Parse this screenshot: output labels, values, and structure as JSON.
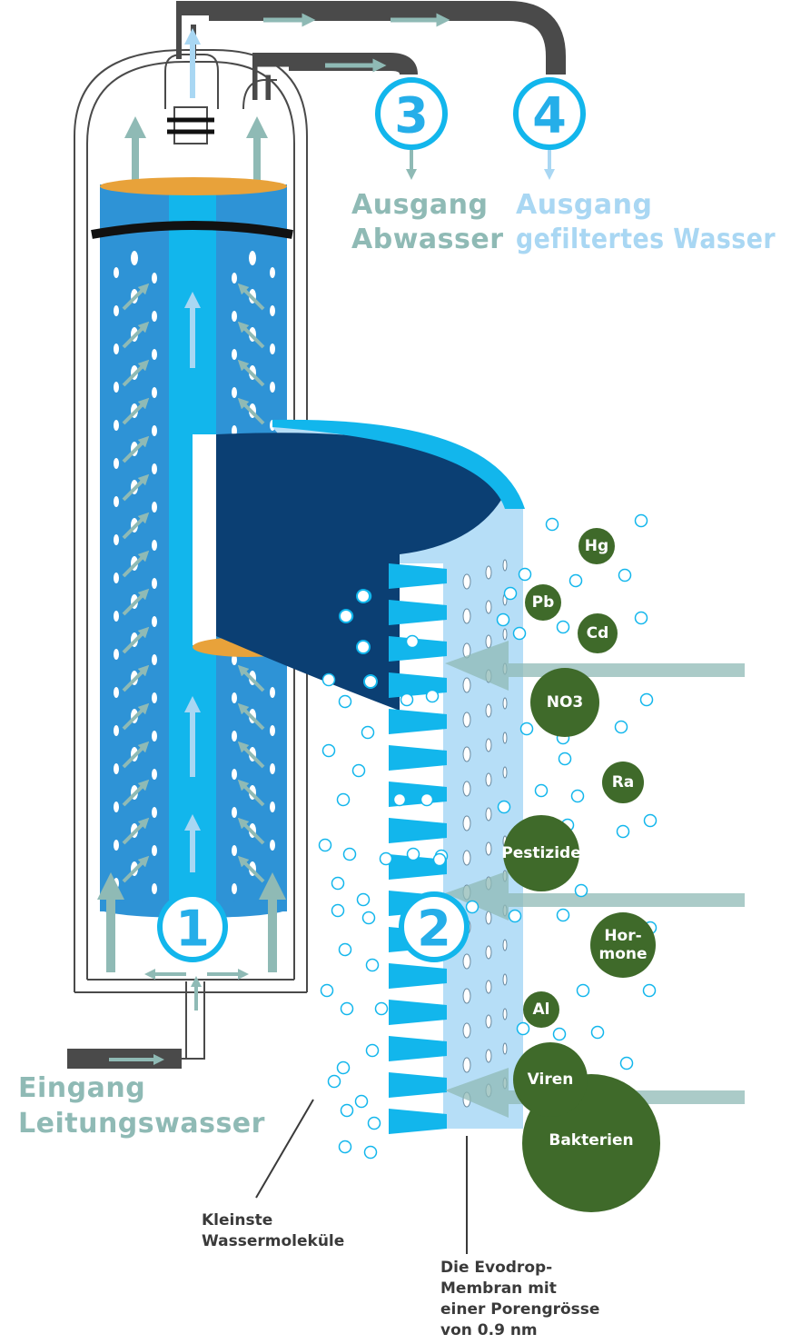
{
  "labels": {
    "output3_line1": "Ausgang",
    "output3_line2": "Abwasser",
    "output4_line1": "Ausgang",
    "output4_line2": "gefiltertes Wasser",
    "input_line1": "Eingang",
    "input_line2": "Leitungswasser",
    "molecules_line1": "Kleinste",
    "molecules_line2": "Wassermoleküle",
    "membrane_line1": "Die Evodrop-",
    "membrane_line2": "Membran mit",
    "membrane_line3": "einer Porengrösse",
    "membrane_line4": "von 0.9 nm"
  },
  "numbers": {
    "n1": "1",
    "n2": "2",
    "n3": "3",
    "n4": "4"
  },
  "contaminants": {
    "hg": "Hg",
    "pb": "Pb",
    "cd": "Cd",
    "no3": "NO3",
    "ra": "Ra",
    "pestizide": "Pestizide",
    "hormone_1": "Hor-",
    "hormone_2": "mone",
    "al": "Al",
    "viren": "Viren",
    "bakterien": "Bakterien"
  },
  "colors": {
    "filter_blue": "#2e93d6",
    "core_blue": "#12b6ec",
    "dark_navy": "#0b3f73",
    "membrane_light": "#b6def7",
    "orange_cap": "#e8a23a",
    "teal_arrow": "#8fbab5",
    "contaminant_green": "#3f6a2a",
    "pipe_grey": "#4a4a4a"
  }
}
